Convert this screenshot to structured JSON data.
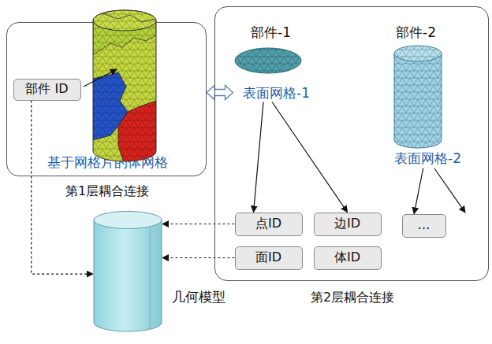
{
  "diagram": {
    "nodes": [
      {
        "text": [
          "基于网格片的体网格",
          "第1层耦合连接"
        ]
      },
      {
        "text": [
          "部件 ID"
        ],
        "in": 0
      },
      {
        "text": [
          "第2层耦合连接"
        ]
      },
      {
        "text": [
          "部件-1",
          "表面网格-1"
        ],
        "in": 2
      },
      {
        "text": [
          "部件-2",
          "表面网格-2"
        ],
        "in": 2
      },
      {
        "text": [
          "点ID"
        ],
        "in": 2
      },
      {
        "text": [
          "边ID"
        ],
        "in": 2
      },
      {
        "text": [
          "面ID"
        ],
        "in": 2
      },
      {
        "text": [
          "体ID"
        ],
        "in": 2
      },
      {
        "text": [
          "…"
        ],
        "in": 2
      },
      {
        "text": [
          "几何模型"
        ]
      }
    ],
    "edges": [
      {
        "from": 0,
        "to": 3,
        "arrow": "both"
      },
      {
        "from": 3,
        "to": 5,
        "arrow": "to"
      },
      {
        "from": 3,
        "to": 6,
        "arrow": "to"
      },
      {
        "from": 4,
        "to": 9,
        "arrow": "to"
      },
      {
        "from": 5,
        "to": 10,
        "arrow": "to"
      },
      {
        "from": 7,
        "to": 10,
        "arrow": "to"
      },
      {
        "from": 1,
        "to": 10,
        "arrow": "to"
      }
    ]
  }
}
